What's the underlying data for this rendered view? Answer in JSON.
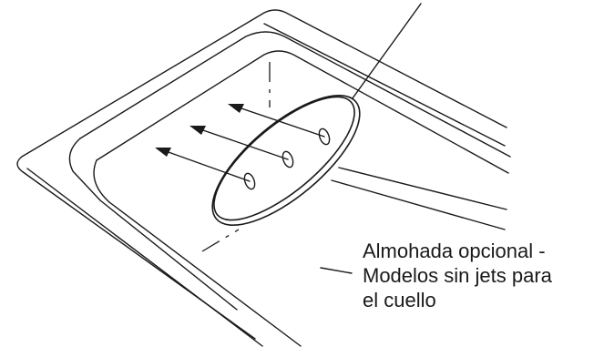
{
  "callout": {
    "lines": [
      "Almohada opcional -",
      "Modelos sin jets para",
      "el cuello"
    ]
  },
  "colors": {
    "ink": "#1a1a1a",
    "paper": "#ffffff"
  }
}
